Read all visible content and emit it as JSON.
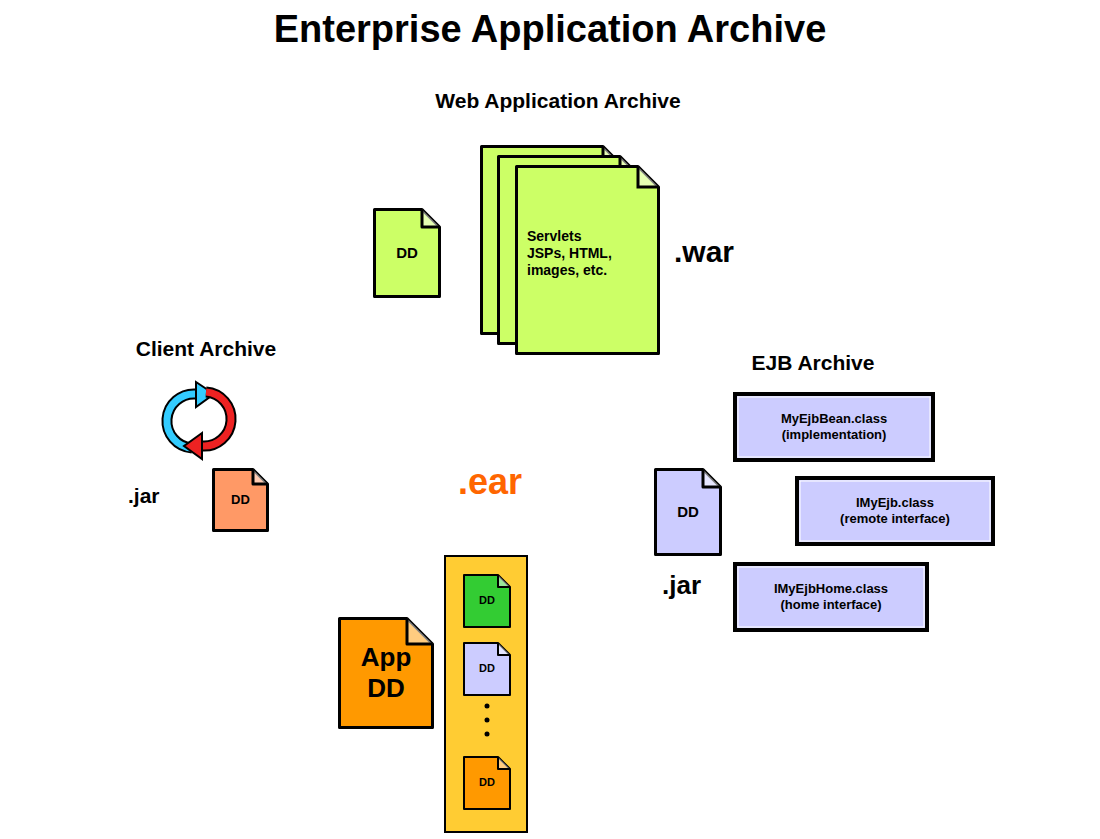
{
  "diagram": {
    "title": "Enterprise Application Archive",
    "nodes": [
      {
        "text": [
          ".ear"
        ]
      },
      {
        "text": [
          "Web Application Archive",
          ".war"
        ],
        "in": 0
      },
      {
        "text": [
          "DD"
        ],
        "in": 1
      },
      {
        "text": [
          "Servlets JSPs, HTML, images, etc."
        ],
        "in": 1
      },
      {
        "text": [
          "Client Archive",
          ".jar"
        ],
        "in": 0
      },
      {
        "text": [
          "DD"
        ],
        "in": 4
      },
      {
        "text": [
          "EJB Archive",
          ".jar"
        ],
        "in": 0
      },
      {
        "text": [
          "MyEjbBean.class (implementation)"
        ],
        "in": 6
      },
      {
        "text": [
          "DD"
        ],
        "in": 6
      },
      {
        "text": [
          "IMyEjb.class (remote interface)"
        ],
        "in": 6
      },
      {
        "text": [
          "IMyEjbHome.class (home interface)"
        ],
        "in": 6
      },
      {
        "text": [
          "App DD"
        ],
        "in": 0
      },
      {
        "text": [
          "DD"
        ],
        "in": 0
      },
      {
        "text": [
          "DD"
        ],
        "in": 0
      },
      {
        "text": [
          "DD"
        ],
        "in": 0
      }
    ]
  }
}
